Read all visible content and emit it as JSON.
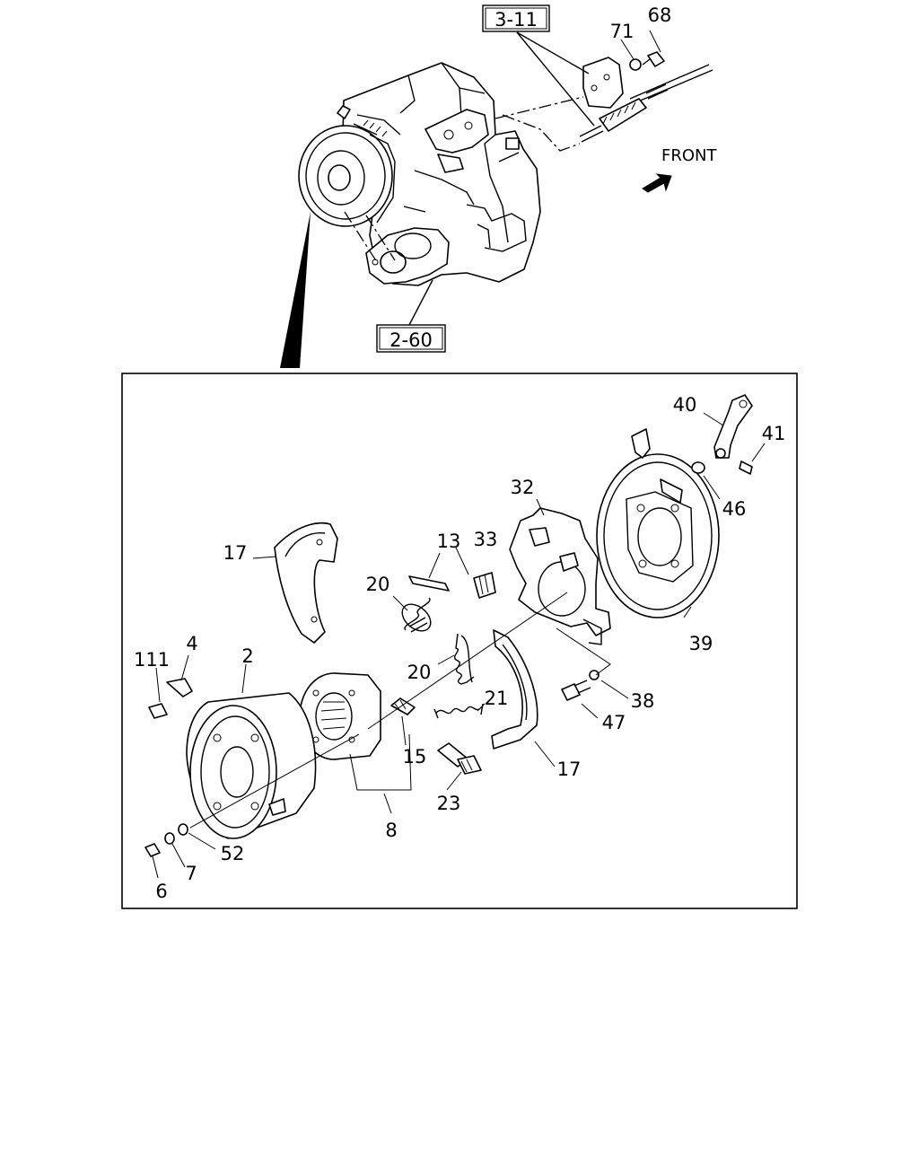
{
  "refs": {
    "top_ref": "3-11",
    "bottom_ref": "2-60"
  },
  "direction_label": "FRONT",
  "callouts": {
    "c68": "68",
    "c71": "71",
    "c40": "40",
    "c41": "41",
    "c46": "46",
    "c32": "32",
    "c13": "13",
    "c33": "33",
    "c17a": "17",
    "c20a": "20",
    "c39": "39",
    "c4": "4",
    "c111": "111",
    "c2": "2",
    "c20b": "20",
    "c21": "21",
    "c38": "38",
    "c47": "47",
    "c15": "15",
    "c17b": "17",
    "c23": "23",
    "c8": "8",
    "c52": "52",
    "c7": "7",
    "c6": "6"
  },
  "icons": {
    "direction_arrow": "front-arrow-icon"
  }
}
